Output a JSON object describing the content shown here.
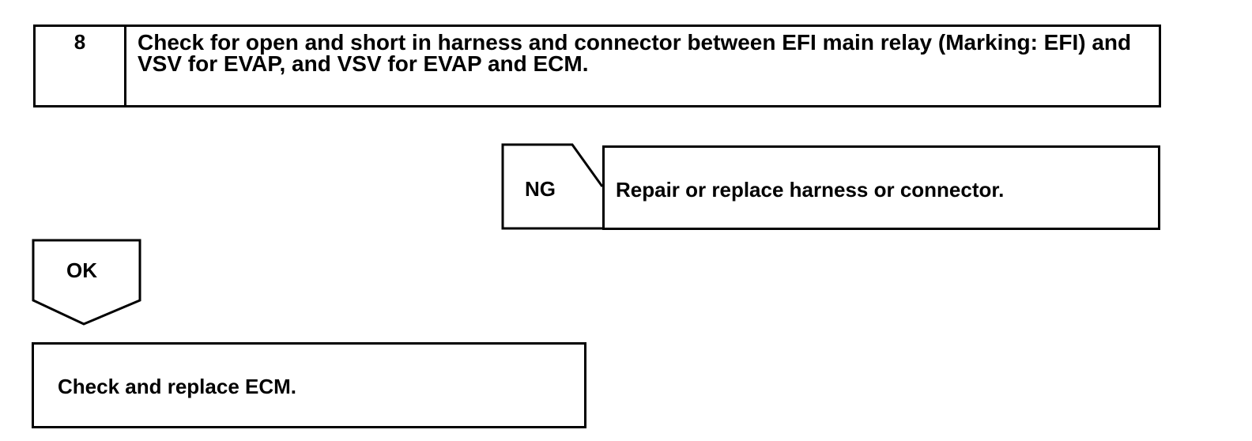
{
  "step": {
    "number": "8",
    "title": "Check for open and short in harness and connector between EFI main relay (Marking: EFI) and VSV for EVAP, and VSV for EVAP and ECM."
  },
  "ng_branch": {
    "label": "NG",
    "action": "Repair or replace harness or connector."
  },
  "ok_branch": {
    "label": "OK",
    "action": "Check and replace ECM."
  }
}
